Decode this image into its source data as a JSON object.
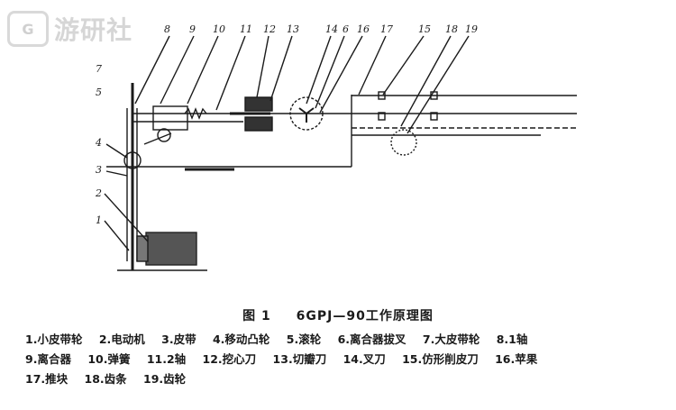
{
  "watermark": {
    "logo": "G",
    "text": "游研社"
  },
  "figure": {
    "number": "图 1",
    "title": "6GPJ—90工作原理图"
  },
  "callouts": [
    "1",
    "2",
    "3",
    "4",
    "5",
    "6",
    "7",
    "8",
    "9",
    "10",
    "11",
    "12",
    "13",
    "14",
    "15",
    "16",
    "17",
    "18",
    "19"
  ],
  "legend": [
    [
      "1.小皮带轮",
      "2.电动机",
      "3.皮带",
      "4.移动凸轮",
      "5.滚轮",
      "6.离合器拔叉",
      "7.大皮带轮",
      "8.1轴"
    ],
    [
      "9.离合器",
      "10.弹簧",
      "11.2轴",
      "12.挖心刀",
      "13.切瓣刀",
      "14.叉刀",
      "15.仿形削皮刀",
      "16.苹果"
    ],
    [
      "17.推块",
      "18.齿条",
      "19.齿轮"
    ]
  ]
}
